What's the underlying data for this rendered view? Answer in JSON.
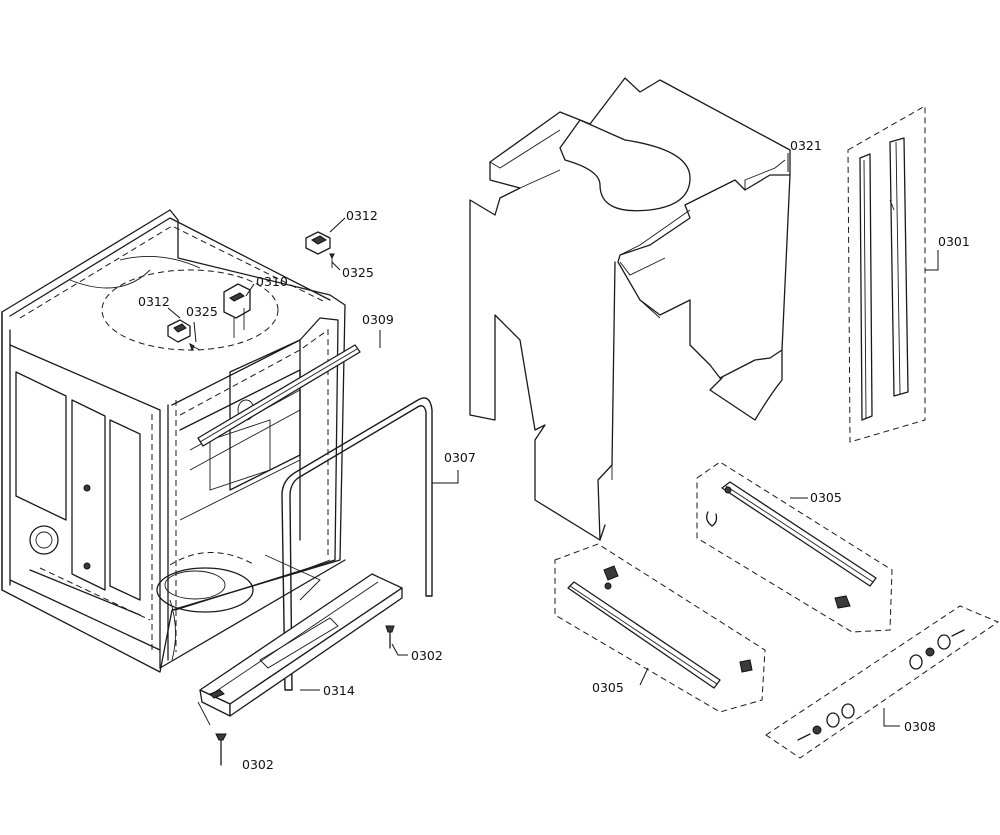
{
  "callouts": {
    "c0321": "0321",
    "c0301": "0301",
    "c0312a": "0312",
    "c0325a": "0325",
    "c0310": "0310",
    "c0312b": "0312",
    "c0325b": "0325",
    "c0309": "0309",
    "c0307": "0307",
    "c0305a": "0305",
    "c0305b": "0305",
    "c0302a": "0302",
    "c0314": "0314",
    "c0302b": "0302",
    "c0308": "0308"
  },
  "colors": {
    "line": "#1a1a1a",
    "background": "#ffffff"
  }
}
